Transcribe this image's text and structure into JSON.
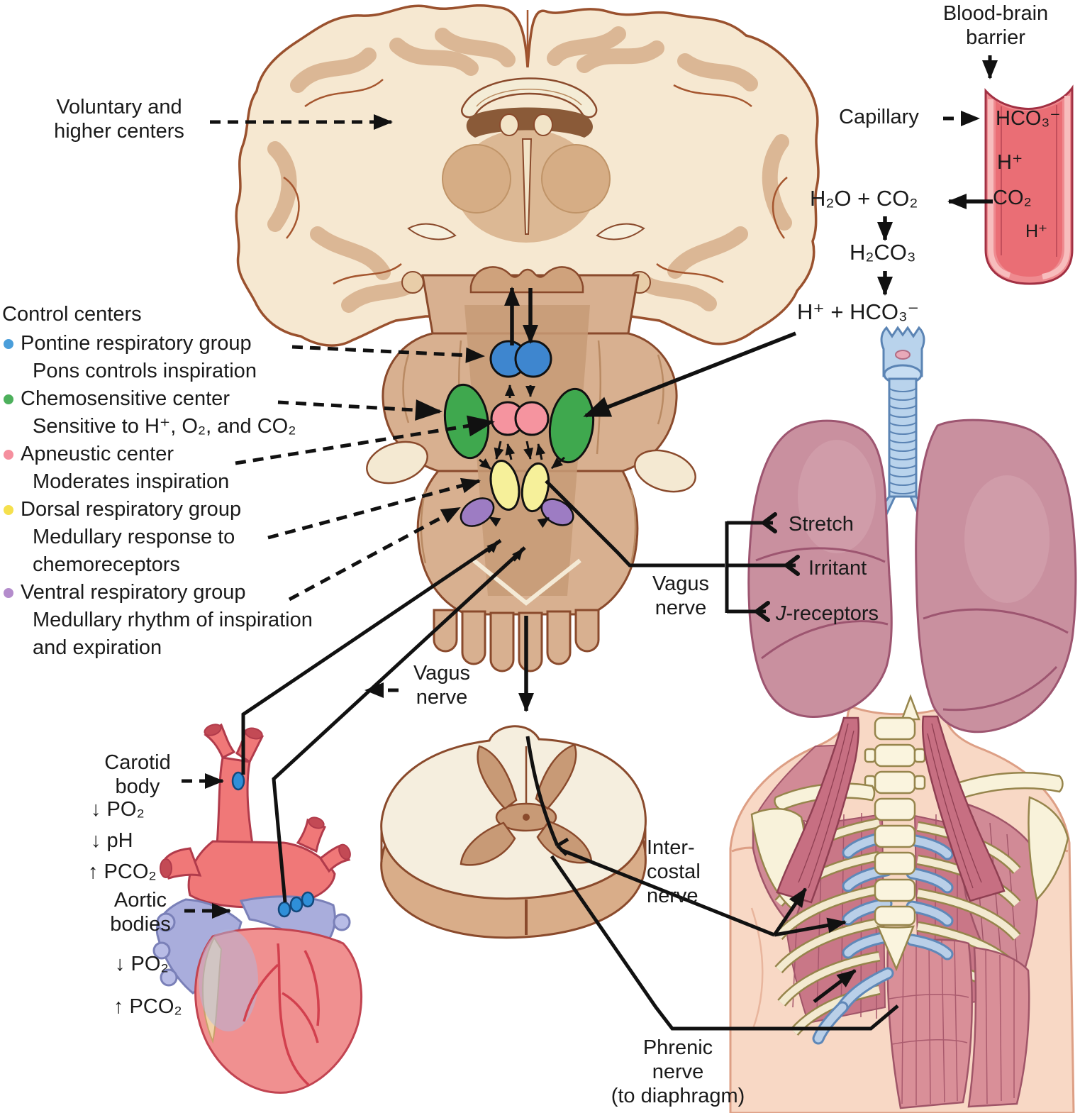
{
  "labels": {
    "voluntary": "Voluntary and\nhigher centers",
    "blood_brain_barrier": "Blood-brain\nbarrier",
    "capillary": "Capillary",
    "vagus_mid": "Vagus\nnerve",
    "vagus_lung": "Vagus\nnerve",
    "carotid_body": "Carotid\nbody",
    "aortic_bodies": "Aortic\nbodies",
    "intercostal_nerve": "Inter-\ncostal\nnerve",
    "phrenic_nerve": "Phrenic\nnerve\n(to diaphragm)"
  },
  "capillary_contents": {
    "hco3": "HCO₃⁻",
    "h_upper": "H⁺",
    "co2": "CO₂",
    "h_lower": "H⁺"
  },
  "chemistry": {
    "step1": "H₂O + CO₂",
    "step2": "H₂CO₃",
    "step3": "H⁺ + HCO₃⁻"
  },
  "control_centers": {
    "heading": "Control centers",
    "items": [
      {
        "color": "#4a9eda",
        "label": "Pontine respiratory group",
        "desc": "Pons controls inspiration"
      },
      {
        "color": "#4db05c",
        "label": "Chemosensitive center",
        "desc": "Sensitive to H⁺, O₂, and CO₂"
      },
      {
        "color": "#f58f9e",
        "label": "Apneustic center",
        "desc": "Moderates inspiration"
      },
      {
        "color": "#f5e04d",
        "label": "Dorsal respiratory group",
        "desc": "Medullary response to\nchemoreceptors"
      },
      {
        "color": "#b48ccc",
        "label": "Ventral respiratory group",
        "desc": "Medullary rhythm of inspiration\nand expiration"
      }
    ]
  },
  "lung_receptors": {
    "stretch": "Stretch",
    "irritant": "Irritant",
    "j_prefix": "J",
    "j_rest": "-receptors"
  },
  "blood_changes": {
    "carotid": [
      "↓ PO₂",
      "↓ pH",
      "↑ PCO₂"
    ],
    "aortic": [
      "↓ PO₂",
      "↑ PCO₂"
    ]
  }
}
